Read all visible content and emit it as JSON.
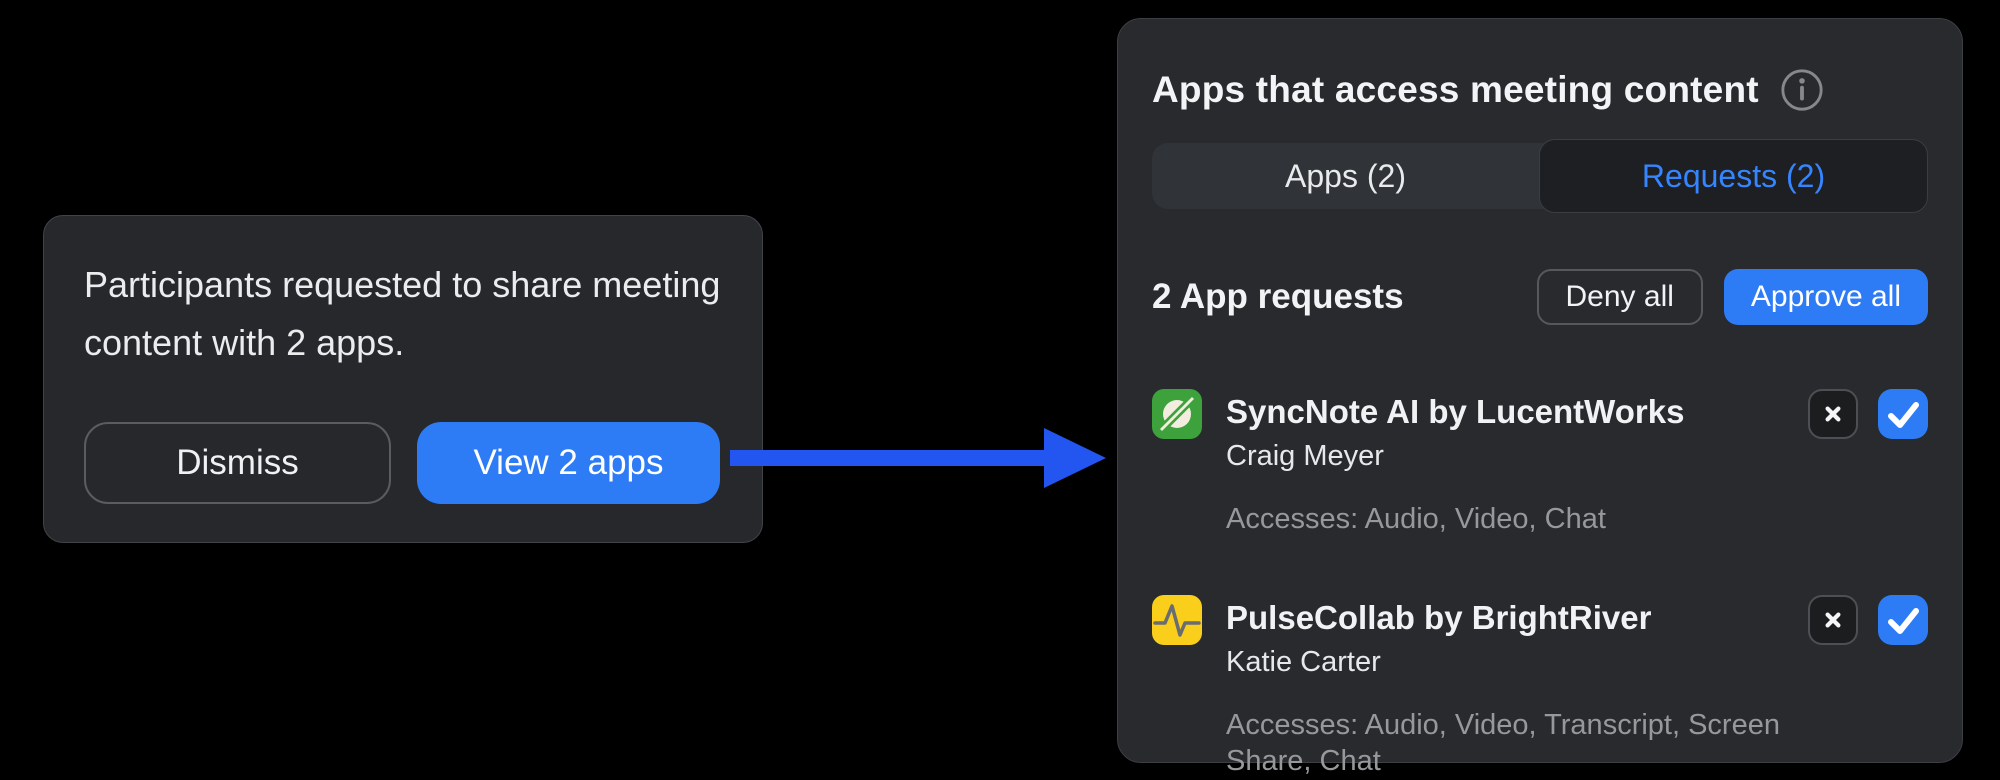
{
  "notification_card": {
    "message": "Participants requested to share meeting content with 2 apps.",
    "dismiss_label": "Dismiss",
    "view_label": "View 2 apps"
  },
  "panel": {
    "title": "Apps that access meeting content",
    "tabs": [
      {
        "label": "Apps (2)",
        "selected": false
      },
      {
        "label": "Requests (2)",
        "selected": true
      }
    ],
    "requests_header": "2 App requests",
    "deny_all_label": "Deny all",
    "approve_all_label": "Approve all",
    "requests": [
      {
        "name": "SyncNote AI by LucentWorks",
        "requester": "Craig Meyer",
        "accesses": "Accesses: Audio, Video, Chat",
        "icon": "syncnote-leaf-icon",
        "icon_color": "#3da23b",
        "checked": true
      },
      {
        "name": "PulseCollab by BrightRiver",
        "requester": "Katie Carter",
        "accesses": "Accesses: Audio, Video, Transcript, Screen Share, Chat",
        "icon": "pulsecollab-pulse-icon",
        "icon_color": "#f9cf1b",
        "checked": true
      }
    ]
  },
  "colors": {
    "background": "#000000",
    "surface": "#27292c",
    "accent_blue": "#2e7bf6",
    "arrow_blue": "#2356f0",
    "tab_selected_text": "#3585ff",
    "muted_text": "#96989c"
  }
}
